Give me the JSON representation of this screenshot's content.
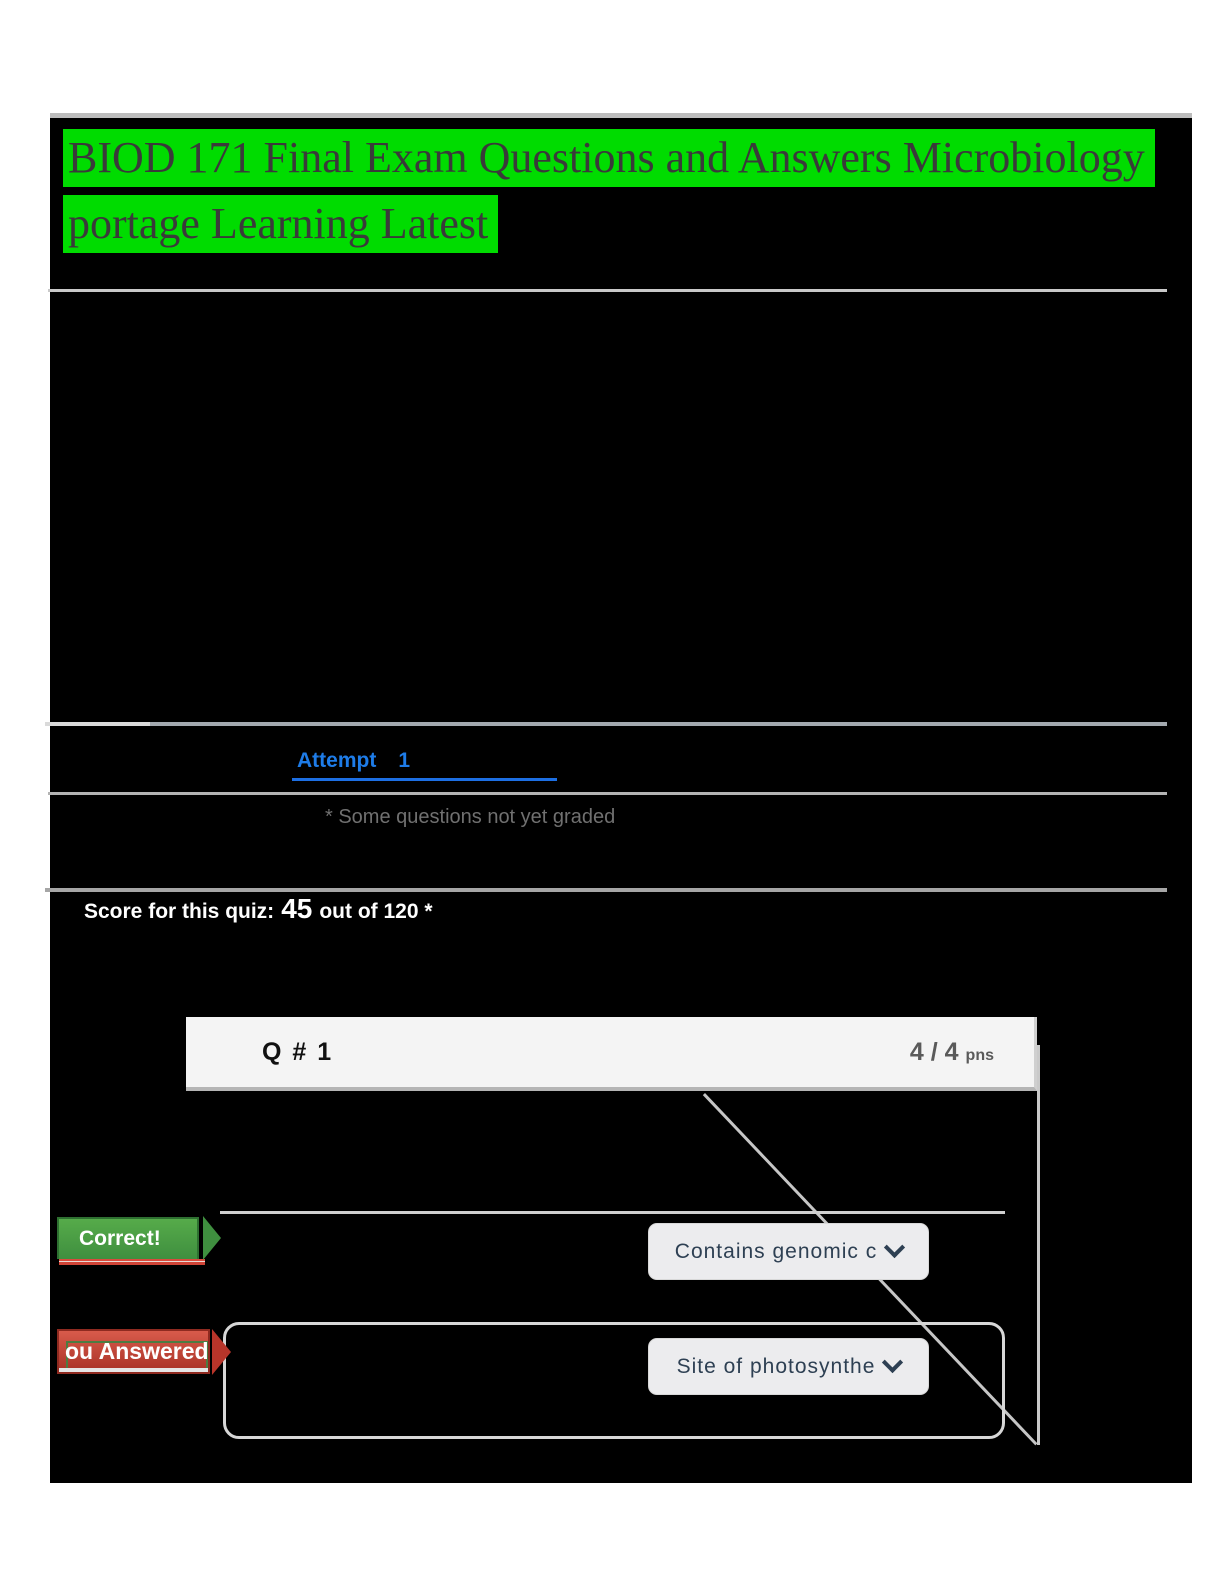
{
  "document": {
    "title_line1": "BIOD 171 Final Exam Questions and Answers Microbiology",
    "title_line2": "portage Learning Latest"
  },
  "quiz": {
    "attempt_label": "Attempt",
    "attempt_number": "1",
    "ungraded_note": "* Some questions not yet graded",
    "score_prefix": "Score for this quiz:",
    "score_value": "45",
    "score_suffix": "out of 120 *"
  },
  "question": {
    "label": "Q # 1",
    "points": "4 / 4",
    "points_unit": "pns"
  },
  "answers": {
    "correct": {
      "badge": "Correct!",
      "value": "Contains genomic c"
    },
    "answered": {
      "badge": "ou Answered",
      "value": "Site of photosynthe"
    }
  },
  "colors": {
    "highlight_green": "#00dc00",
    "link_blue": "#1e7ce8",
    "correct_green": "#3f8f3f",
    "answered_red": "#b8352a",
    "dropdown_text": "#2e4053"
  }
}
